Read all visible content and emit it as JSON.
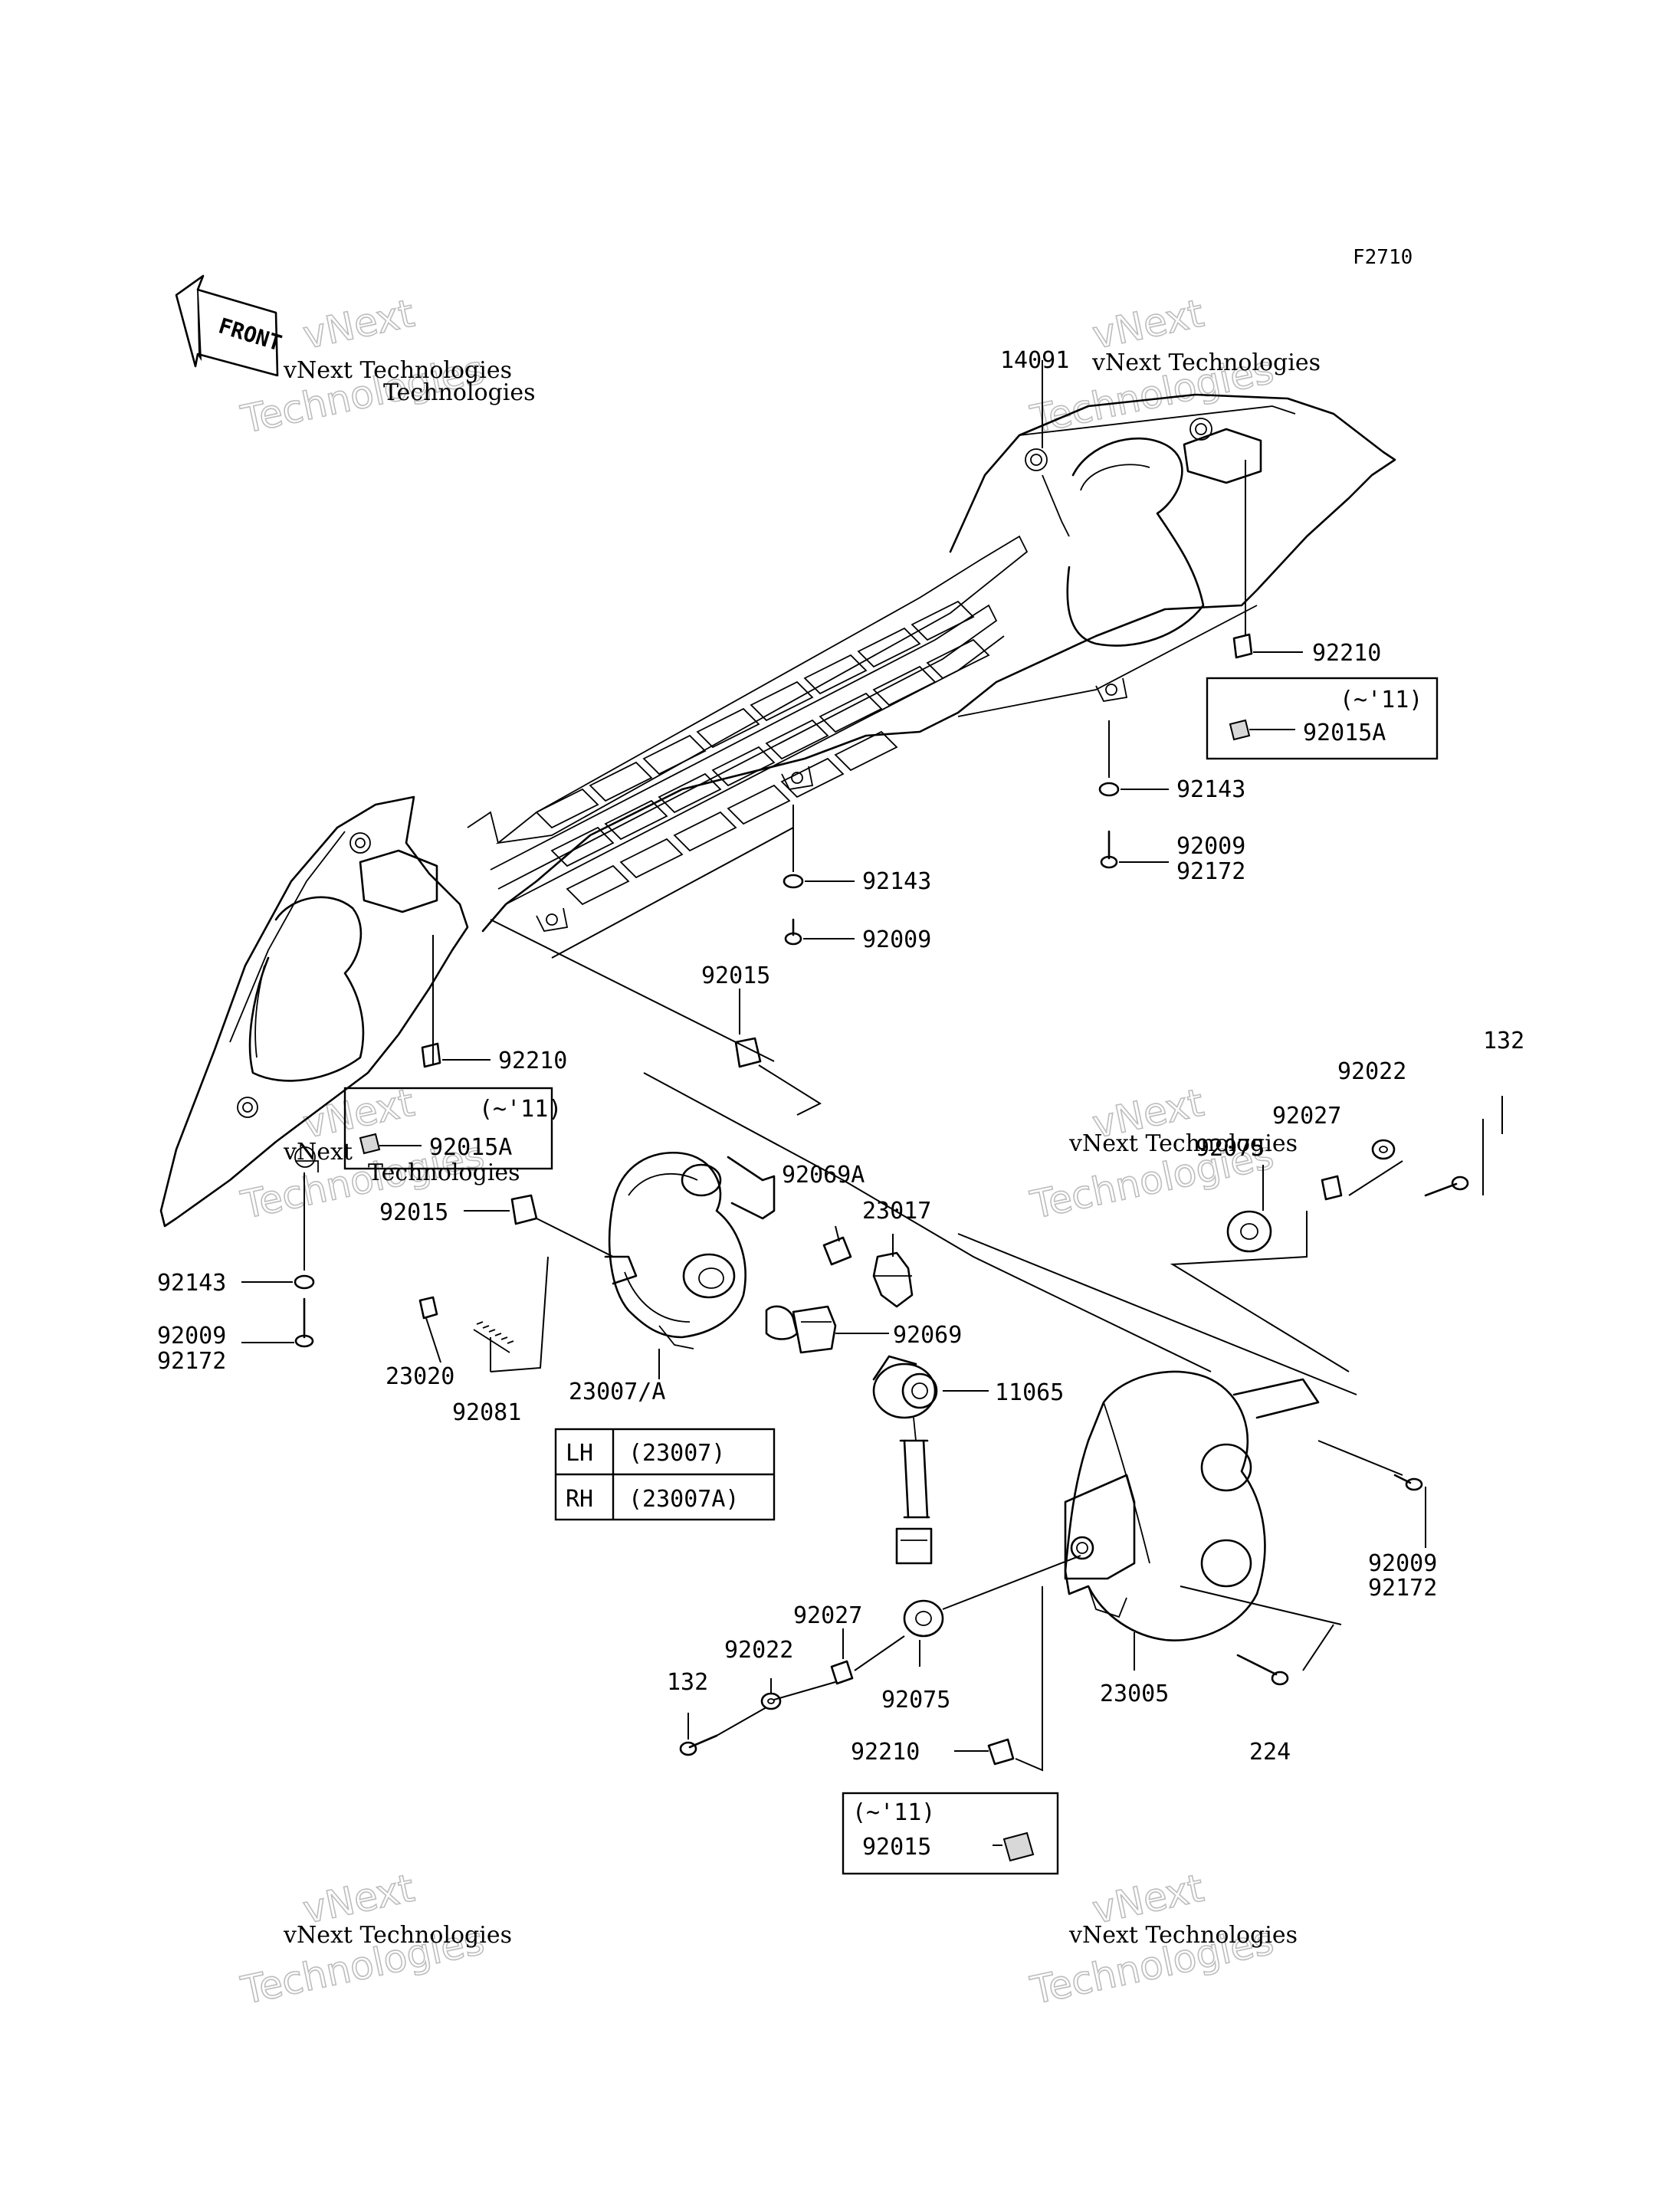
{
  "figure_code": "F2710",
  "front_arrow_label": "FRONT",
  "watermark": {
    "line1": "vNext Technologies",
    "line2": "Technologies"
  },
  "callouts": {
    "p14091": "14091",
    "p92210_top": "92210",
    "p92015A_right": "92015A",
    "p92143_right": "92143",
    "p92009_right": "92009",
    "p92172_right": "92172",
    "p92143_mid": "92143",
    "p92009_mid": "92009",
    "p92015_mid": "92015",
    "p92210_left": "92210",
    "p92015A_left": "92015A",
    "p92069A": "92069A",
    "p23017": "23017",
    "p92015_left": "92015",
    "p92143_left": "92143",
    "p92009_left": "92009",
    "p92172_left": "92172",
    "p23020": "23020",
    "p92081": "92081",
    "p23007A": "23007/A",
    "p92069": "92069",
    "p11065": "11065",
    "p132_right": "132",
    "p92022_right": "92022",
    "p92027_right": "92027",
    "p92075_right": "92075",
    "p92009_br": "92009",
    "p92172_br": "92172",
    "p92027_low": "92027",
    "p92022_low": "92022",
    "p132_low": "132",
    "p92075_low": "92075",
    "p23005": "23005",
    "p224": "224",
    "p92210_bottom": "92210",
    "p92015_bottom": "92015"
  },
  "variant_note": "(~'11)",
  "lh_rh_table": [
    {
      "side": "LH",
      "part": "(23007)"
    },
    {
      "side": "RH",
      "part": "(23007A)"
    }
  ]
}
